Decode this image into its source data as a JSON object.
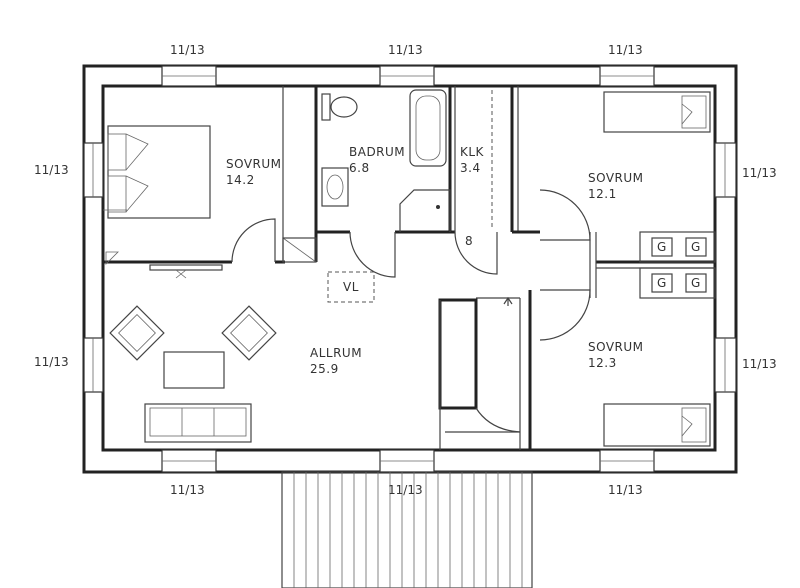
{
  "rooms": {
    "sovrum_left": {
      "name": "SOVRUM",
      "area": "14.2"
    },
    "badrum": {
      "name": "BADRUM",
      "area": "6.8"
    },
    "klk": {
      "name": "KLK",
      "area": "3.4"
    },
    "sovrum_right1": {
      "name": "SOVRUM",
      "area": "12.1"
    },
    "sovrum_right2": {
      "name": "SOVRUM",
      "area": "12.3"
    },
    "allrum": {
      "name": "ALLRUM",
      "area": "25.9"
    }
  },
  "labels": {
    "vl": "VL",
    "stair_number": "8",
    "g": "G"
  },
  "window_dimension": "11/13"
}
